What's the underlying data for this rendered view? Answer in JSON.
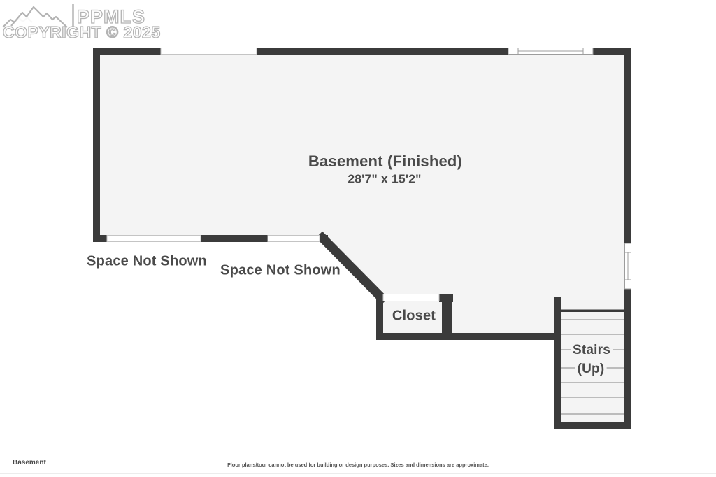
{
  "watermark": {
    "brand": "PPMLS",
    "copyright": "COPYRIGHT © 2025"
  },
  "rooms": {
    "basement": {
      "name": "Basement (Finished)",
      "dimensions": "28'7\" x 15'2\""
    },
    "closet": {
      "name": "Closet"
    },
    "stairs": {
      "name": "Stairs",
      "direction": "(Up)"
    },
    "space_not_shown_left": "Space Not Shown",
    "space_not_shown_right": "Space Not Shown"
  },
  "footer": {
    "floor_label": "Basement",
    "disclaimer": "Floor plans/tour cannot be used for building or design purposes. Sizes and dimensions are approximate."
  },
  "colors": {
    "wall": "#3b3b3b",
    "floor": "#f4f4f4",
    "opening_outline": "#c4c4c4",
    "tread_line": "#a9a9a9",
    "label_text": "#4a4a4a"
  }
}
